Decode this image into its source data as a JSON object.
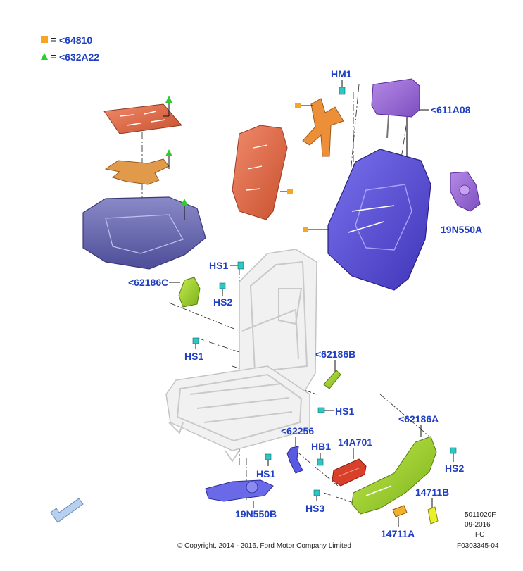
{
  "legend": {
    "items": [
      {
        "marker": "square",
        "color": "#f5a623",
        "equals": "=",
        "text": "<64810"
      },
      {
        "marker": "triangle",
        "color": "#2ecc2e",
        "equals": "=",
        "text": "<632A22"
      }
    ]
  },
  "labels": {
    "hm1": "HM1",
    "headrest": "<611A08",
    "recliner_motor": "19N550A",
    "hs1_top": "HS1",
    "shield_c": "<62186C",
    "hs2_left": "HS2",
    "hs1_mid": "HS1",
    "shield_b": "<62186B",
    "hs1_right": "HS1",
    "shield_a": "<62186A",
    "hs2_right": "HS2",
    "bracket": "<62256",
    "hb1": "HB1",
    "module": "14A701",
    "hs1_bottom": "HS1",
    "hs3": "HS3",
    "knob_b": "14711B",
    "knob_a": "14711A",
    "height_motor": "19N550B"
  },
  "footer": {
    "copyright": "© Copyright, 2014 - 2016, Ford Motor Company Limited",
    "ref1": "5011020F",
    "ref2": "09-2016",
    "ref3": "FC",
    "ref4": "F0303345-04"
  },
  "colors": {
    "callout": "#1f3ec2",
    "cushion_purple": "#6d6db5",
    "back_purple": "#5b52d6",
    "headrest_purple": "#9b6fd6",
    "pad_red": "#d9603a",
    "foam_orange": "#e8883a",
    "shield_green": "#9bd22a",
    "module_red": "#d8402a",
    "marker_orange": "#f5a623",
    "marker_green": "#2ecc2e"
  }
}
